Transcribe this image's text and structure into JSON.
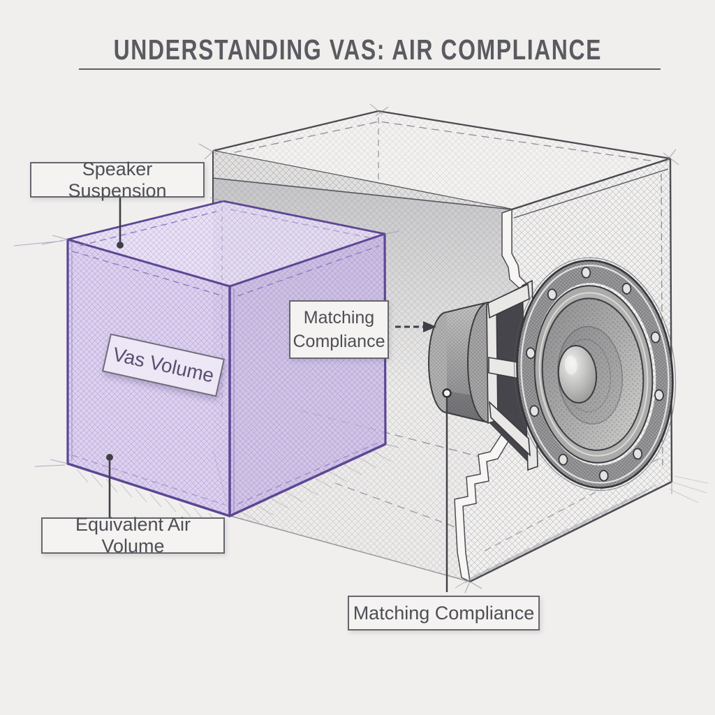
{
  "title": "UNDERSTANDING VAS: AIR COMPLIANCE",
  "callouts": {
    "speaker_suspension": "Speaker Suspension",
    "vas_volume": "Vas Volume",
    "matching_compliance": {
      "line1": "Matching",
      "line2": "Compliance"
    },
    "equivalent_air_volume": "Equivalent Air Volume",
    "matching_compliance_bottom": "Matching Compliance"
  },
  "colors": {
    "background": "#f0efed",
    "sketch_line": "#4b4b52",
    "cube_edge": "#5d4695",
    "cube_fill": "#d8cbee",
    "label_bg": "#f4f3f1",
    "label_border": "#66666e",
    "label_text": "#4e4e56",
    "title_text": "#5a5a61",
    "vas_text": "#564f6e",
    "leader": "#3f3f45"
  }
}
